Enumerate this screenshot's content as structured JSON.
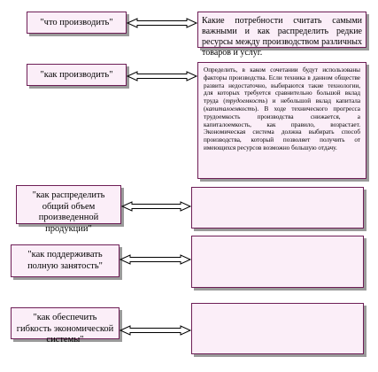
{
  "rows": [
    {
      "question": "\"что производить\"",
      "answer": "Какие потребности считать самыми важными и как распределить редкие ресурсы между производством различных товаров и услуг."
    },
    {
      "question": "\"как производить\"",
      "answer_part1": "Определить, в каком сочетании будут использованы факторы производства. Если техника в данном обществе развита недостаточно, выбираются такие технологии, для которых требуется сравнительно большой вклад труда (",
      "answer_term1": "трудоемкость",
      "answer_part2": ") и небольшой вклад капитала (",
      "answer_term2": "капиталоемкость",
      "answer_part3": "). В ходе технического прогресса трудоемкость производства снижается, а капиталоемкость, как правило, возрастает. Экономическая система должна выбирать способ производства, который позволяет получить от имеющихся ресурсов возможно большую отдачу."
    },
    {
      "question": "\"как распределить общий объем произведенной продукции\"",
      "answer": ""
    },
    {
      "question": "\"как поддерживать полную занятость\"",
      "answer": ""
    },
    {
      "question": "\"как обеспечить гибкость экономической системы\"",
      "answer": ""
    }
  ],
  "colors": {
    "box_fill": "#fbeef8",
    "box_border": "#6e1e56",
    "shadow": "#9a9a9a"
  }
}
